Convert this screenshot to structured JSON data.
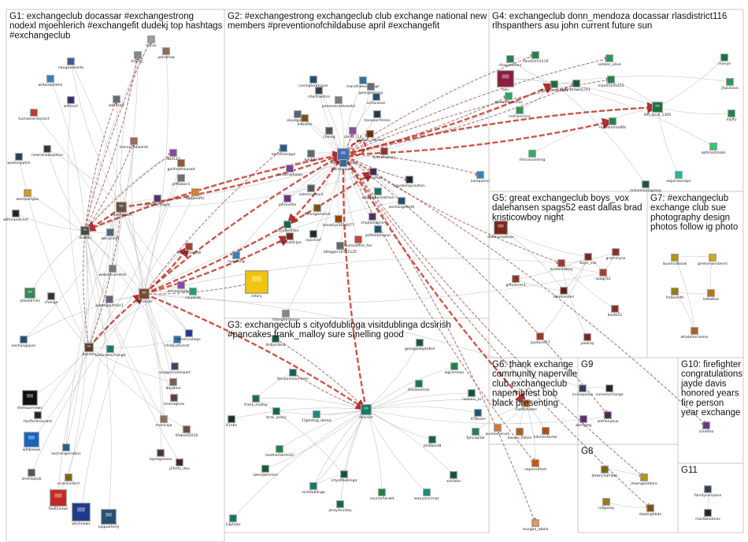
{
  "groups": [
    {
      "id": "G1",
      "lines": [
        "G1: exchangeclub docassar #exchangestrong",
        "nodexl mjoehlerich #exchangefit dudekj top hashtags",
        "#exchangeclub"
      ]
    },
    {
      "id": "G2",
      "lines": [
        "G2: #exchangestrong exchangeclub club exchange national new",
        "members #preventionofchildabuse april #exchangefit"
      ]
    },
    {
      "id": "G3",
      "lines": [
        "G3: exchangeclub s cityofdublinga visitdublinga dcsirish",
        "#pancakes frank_malloy sure smelling good"
      ]
    },
    {
      "id": "G4",
      "lines": [
        "G4: exchangeclub donn_mendoza docassar rlasdistrict116",
        "rlhspanthers asu john current future sun"
      ]
    },
    {
      "id": "G5",
      "lines": [
        "G5: great exchangeclub boys_vox",
        "dalehansen spags52 east dallas brad",
        "kristicowboy night"
      ]
    },
    {
      "id": "G6",
      "lines": [
        "G6: thank exchange",
        "community naperville",
        "club exchangeclub",
        "naperribfest bob",
        "black presenting"
      ]
    },
    {
      "id": "G7",
      "lines": [
        "G7: #exchangeclub",
        "exchange club sue",
        "photography design",
        "photos follow ig photo"
      ]
    },
    {
      "id": "G8",
      "lines": [
        "G8"
      ]
    },
    {
      "id": "G9",
      "lines": [
        "G9"
      ]
    },
    {
      "id": "G10",
      "lines": [
        "G10: firefighter",
        "congratulations",
        "jayde davis",
        "honored years",
        "fire person",
        "year exchange"
      ]
    },
    {
      "id": "G11",
      "lines": [
        "G11"
      ]
    }
  ],
  "nodes": [
    {
      "id": "exchangeclub",
      "label": "exchangeclub",
      "color": "#3c6fb0"
    },
    {
      "id": "docassar",
      "label": "docassar",
      "color": "#7b4a2a"
    },
    {
      "id": "dudekj",
      "label": "dudekj",
      "color": "#4a4a4a"
    },
    {
      "id": "mjoehlerich",
      "label": "mjoehlerich",
      "color": "#6b4f3a"
    },
    {
      "id": "bsolder",
      "label": "bsolder",
      "color": "#5a3b2a"
    },
    {
      "id": "naugaeasants",
      "label": "naugaeasants",
      "color": "#3b5998"
    },
    {
      "id": "wiltonbulletin",
      "label": "wiltonbulletin",
      "color": "#3a7fb5"
    },
    {
      "id": "wiltonct",
      "label": "wiltonct",
      "color": "#2f2f6f"
    },
    {
      "id": "humanservicesct",
      "label": "humanservicesct",
      "color": "#c0392b"
    },
    {
      "id": "newcanaanpolice",
      "label": "newcanaanpolice",
      "color": "#333333"
    },
    {
      "id": "westonpatch",
      "label": "westonpatch",
      "color": "#2c3e50"
    },
    {
      "id": "westportgov",
      "label": "westportgov",
      "color": "#d4a017"
    },
    {
      "id": "wiltonpolicect",
      "label": "wiltonpolicect",
      "color": "#222222"
    },
    {
      "id": "tracey_",
      "label": "tracey_",
      "color": "#7f8c8d"
    },
    {
      "id": "johnbrow",
      "label": "johnbrow",
      "color": "#8e6e53"
    },
    {
      "id": "mjcos",
      "label": "mjcos",
      "color": "#95a5a6"
    },
    {
      "id": "wbrucelt",
      "label": "wbrucelt",
      "color": "#5d6d7e"
    },
    {
      "id": "tracey_edwards",
      "label": "tracey_edwards",
      "color": "#9b6a5a"
    },
    {
      "id": "dbd133",
      "label": "dbd133",
      "color": "#8e44ad"
    },
    {
      "id": "gailhesthoused",
      "label": "gailhesthoused",
      "color": "#a0522d"
    },
    {
      "id": "jeffbaker1",
      "label": "jeffbaker1",
      "color": "#6e6e6e"
    },
    {
      "id": "xcmusicsages",
      "label": "xcmusicsages",
      "color": "#5b2c6f"
    },
    {
      "id": "agapeofhc",
      "label": "agapeofhc",
      "color": "#e67e22"
    },
    {
      "id": "lloydsconicall",
      "label": "lloydsconicall",
      "color": "#b03a2e"
    },
    {
      "id": "wbruce44",
      "label": "wbruce44",
      "color": "#4b6584"
    },
    {
      "id": "webdocuments",
      "label": "webdocuments",
      "color": "#777777"
    },
    {
      "id": "aarongauthier1",
      "label": "aarongauthier1",
      "color": "#6c5b7b"
    },
    {
      "id": "xbsoldricks",
      "label": "xbsoldricks",
      "color": "#2e8b57"
    },
    {
      "id": "change",
      "label": "change",
      "color": "#333333"
    },
    {
      "id": "exchangepac",
      "label": "exchangepac",
      "color": "#1a5276"
    },
    {
      "id": "naturalexchange",
      "label": "naturalexchange",
      "color": "#117a65"
    },
    {
      "id": "thehourmews",
      "label": "thehourmews",
      "color": "#111111"
    },
    {
      "id": "hartfordcourant",
      "label": "hartfordcourant",
      "color": "#222222"
    },
    {
      "id": "exchangeclubns",
      "label": "exchangeclubns",
      "color": "#1f618d"
    },
    {
      "id": "wfsbnews",
      "label": "wfsbnews",
      "color": "#1565c0"
    },
    {
      "id": "oneillsplub",
      "label": "oneillsplub",
      "color": "#555555"
    },
    {
      "id": "scrockvillect",
      "label": "scrockvillect",
      "color": "#7d6608"
    },
    {
      "id": "fox61news",
      "label": "fox61news",
      "color": "#c62828"
    },
    {
      "id": "wtnhnews",
      "label": "wtnhnews",
      "color": "#1e3a8a"
    },
    {
      "id": "npquarterly",
      "label": "npquarterly",
      "color": "#264f73"
    },
    {
      "id": "childjusticectr",
      "label": "childjusticectr",
      "color": "#2874a6"
    },
    {
      "id": "americanepc",
      "label": "americanepc",
      "color": "#1f3a93"
    },
    {
      "id": "usagymnastsport",
      "label": "usagymnastsport",
      "color": "#34495e"
    },
    {
      "id": "lburdine",
      "label": "lburdine",
      "color": "#7b5e57"
    },
    {
      "id": "miamiglvas",
      "label": "miamiglvas",
      "color": "#5d4037"
    },
    {
      "id": "monicaja",
      "label": "monicaja",
      "color": "#8d6e63"
    },
    {
      "id": "lifebold2016",
      "label": "lifebold2016",
      "color": "#6d4c41"
    },
    {
      "id": "lopezgovasv",
      "label": "lopezgovasv",
      "color": "#4e342e"
    },
    {
      "id": "j2ferts_dau",
      "label": "j2ferts_dau",
      "color": "#3e2723"
    },
    {
      "id": "missionkidscac",
      "label": "missionkidscac",
      "color": "#8e44ad"
    },
    {
      "id": "cacpkids",
      "label": "cacpkids",
      "color": "#16a085"
    },
    {
      "id": "rotary",
      "label": "rotary",
      "color": "#f1c40f"
    },
    {
      "id": "rlliangformayor",
      "label": "rlliangformayor",
      "color": "#7f8c8d"
    },
    {
      "id": "ivyselling",
      "label": "ivyselling",
      "color": "#2e86c1"
    },
    {
      "id": "covingtonmayor",
      "label": "covingtonmayor",
      "color": "#1b4f72"
    },
    {
      "id": "marvtheexchange",
      "label": "marvtheexchange",
      "color": "#2874a6"
    },
    {
      "id": "georgemprey",
      "label": "georgemprey",
      "color": "#5d6d7e"
    },
    {
      "id": "shorthwillco",
      "label": "shorthwillco",
      "color": "#2e4053"
    },
    {
      "id": "jamessscatkowskii",
      "label": "jamessscatkowskii",
      "color": "#7b7d7d"
    },
    {
      "id": "xchanover",
      "label": "xchanover",
      "color": "#1a5276"
    },
    {
      "id": "okjudgesser",
      "label": "okjudgesser",
      "color": "#566573"
    },
    {
      "id": "kdbullss",
      "label": "kdbullss",
      "color": "#7e5109"
    },
    {
      "id": "hanoverrtimes",
      "label": "hanoverrtimes",
      "color": "#283747"
    },
    {
      "id": "chlong",
      "label": "chlong",
      "color": "#4d5656"
    },
    {
      "id": "carrie_l13",
      "label": "carrie_l13",
      "color": "#884ea0"
    },
    {
      "id": "george_merino",
      "label": "george_merino",
      "color": "#6e2c00"
    },
    {
      "id": "exmississippi",
      "label": "exmississippi",
      "color": "#1f618d"
    },
    {
      "id": "kachan",
      "label": "kachan",
      "color": "#616a6b"
    },
    {
      "id": "koteafactory",
      "label": "koteafactory",
      "color": "#943126"
    },
    {
      "id": "hillimanparks",
      "label": "hillimanparks",
      "color": "#2471a3"
    },
    {
      "id": "janharmon",
      "label": "janharmon",
      "color": "#4a235a"
    },
    {
      "id": "annamwhelan",
      "label": "annamwhelan",
      "color": "#7d3c98"
    },
    {
      "id": "yourkompcastion",
      "label": "yourkompcastion",
      "color": "#1b2631"
    },
    {
      "id": "salemcumuni",
      "label": "salemcumuni",
      "color": "#515a5a"
    },
    {
      "id": "atopbabussalmon",
      "label": "atopbabussalmon",
      "color": "#117864"
    },
    {
      "id": "johnnetta",
      "label": "johnnetta",
      "color": "#6c3483"
    },
    {
      "id": "filmregionaind",
      "label": "filmregionaind",
      "color": "#7e5109"
    },
    {
      "id": "kaniquenn",
      "label": "kaniquenn",
      "color": "#2e86c1"
    },
    {
      "id": "exchangeduth",
      "label": "exchangeduth",
      "color": "#1a5276"
    },
    {
      "id": "brooklyz2619477",
      "label": "brooklyz2619477",
      "color": "#a04000"
    },
    {
      "id": "chiplamance",
      "label": "chiplamance",
      "color": "#512e5f"
    },
    {
      "id": "cityofbvillian",
      "label": "cityofbvillian",
      "color": "#0e6655"
    },
    {
      "id": "jailfieldohonor",
      "label": "jailfieldohonor",
      "color": "#1b4f72"
    },
    {
      "id": "noniealdcipo",
      "label": "noniealdcipo",
      "color": "#78281f"
    },
    {
      "id": "njoichief",
      "label": "njoichief",
      "color": "#1c2833"
    },
    {
      "id": "lauhealffire_fan",
      "label": "lauhealffire_fan",
      "color": "#cb4335"
    },
    {
      "id": "idlegger10715125",
      "label": "idlegger10715125",
      "color": "#5f6a6a"
    },
    {
      "id": "rlhspanthers",
      "label": "rlhspanthers",
      "color": "#1e8449"
    },
    {
      "id": "rlasdistrict116",
      "label": "rlasdistrict116",
      "color": "#1d8348"
    },
    {
      "id": "asu",
      "label": "asu",
      "color": "#8c1d40"
    },
    {
      "id": "vidales_alive",
      "label": "vidales_alive",
      "color": "#239b56"
    },
    {
      "id": "donn_mendoza",
      "label": "donn_mendoza",
      "color": "#196f3d"
    },
    {
      "id": "johnbrown5701",
      "label": "johnbrown5701",
      "color": "#145a32"
    },
    {
      "id": "max05105455",
      "label": "max05105455",
      "color": "#1e8449"
    },
    {
      "id": "alexandrelscroc",
      "label": "alexandrelscroc",
      "color": "#27ae60"
    },
    {
      "id": "msfrancisco",
      "label": "msfrancisco",
      "color": "#229954"
    },
    {
      "id": "muhammadOk",
      "label": "muhammadOk",
      "color": "#1d8348"
    },
    {
      "id": "left_local_1305",
      "label": "left_local_1305",
      "color": "#196f3d"
    },
    {
      "id": "rlhscounseling",
      "label": "rlhscounseling",
      "color": "#28b463"
    },
    {
      "id": "optimistclubs",
      "label": "optimistclubs",
      "color": "#2ecc71"
    },
    {
      "id": "experiencepn",
      "label": "experiencepn",
      "color": "#1abc9c"
    },
    {
      "id": "milvemediagroup",
      "label": "milvemediagroup",
      "color": "#145a32"
    },
    {
      "id": "monya",
      "label": "monya",
      "color": "#196f3d"
    },
    {
      "id": "jhjackson",
      "label": "jhjackson",
      "color": "#239b56"
    },
    {
      "id": "mjiffu",
      "label": "mjiffu",
      "color": "#1e8449"
    },
    {
      "id": "dallascowboys",
      "label": "dallascowboys",
      "color": "#7b241c"
    },
    {
      "id": "grammynx",
      "label": "grammynx",
      "color": "#922b21"
    },
    {
      "id": "kristicowboy",
      "label": "kristicowboy",
      "color": "#a93226"
    },
    {
      "id": "boys_vox",
      "label": "boys_vox",
      "color": "#78281f"
    },
    {
      "id": "giftyloves3",
      "label": "giftyloves3",
      "color": "#943126"
    },
    {
      "id": "spags52",
      "label": "spags52",
      "color": "#b03a2e"
    },
    {
      "id": "dalehansen",
      "label": "dalehansen",
      "color": "#641e16"
    },
    {
      "id": "bludo51",
      "label": "bludo51",
      "color": "#922b21"
    },
    {
      "id": "jaydavis17",
      "label": "jaydavis17",
      "color": "#a93226"
    },
    {
      "id": "joedray",
      "label": "joedray",
      "color": "#7b241c"
    },
    {
      "id": "laurelcolbook",
      "label": "laurelcolbook",
      "color": "#b7950b"
    },
    {
      "id": "greenmonstereri",
      "label": "greenmonstereri",
      "color": "#d4ac0d"
    },
    {
      "id": "hntaverth",
      "label": "hntaverth",
      "color": "#9a7d0a"
    },
    {
      "id": "tattaltue",
      "label": "tattaltue",
      "color": "#b9770e"
    },
    {
      "id": "whatelarcamns",
      "label": "whatelarcamns",
      "color": "#af601a"
    },
    {
      "id": "dcsirish",
      "label": "dcsirish",
      "color": "#117a65"
    },
    {
      "id": "drdjordan2",
      "label": "drdjordan2",
      "color": "#0b5345"
    },
    {
      "id": "benjonesaumrais",
      "label": "benjonesaumrais",
      "color": "#0e6251"
    },
    {
      "id": "georgiadeptofed",
      "label": "georgiadeptofed",
      "color": "#145a32"
    },
    {
      "id": "wgramews",
      "label": "wgramews",
      "color": "#1d8348"
    },
    {
      "id": "frank_malloy",
      "label": "frank_malloy",
      "color": "#196f3d"
    },
    {
      "id": "brac_avery",
      "label": "brac_avery",
      "color": "#0e6655"
    },
    {
      "id": "thisdearmer",
      "label": "thisdearmer",
      "color": "#117864"
    },
    {
      "id": "nelsonc_lv",
      "label": "nelsonc_lv",
      "color": "#0b5345"
    },
    {
      "id": "41nbc",
      "label": "41nbc",
      "color": "#1c2833"
    },
    {
      "id": "13photog_darlos",
      "label": "13photog_darlos",
      "color": "#148f77"
    },
    {
      "id": "hesthertartle10",
      "label": "hesthertartle10",
      "color": "#1e8449"
    },
    {
      "id": "478sson",
      "label": "478sson",
      "color": "#1a5276"
    },
    {
      "id": "phillbest8",
      "label": "phillbest8",
      "color": "#0e6251"
    },
    {
      "id": "swestjemmini",
      "label": "swestjemmini",
      "color": "#145a32"
    },
    {
      "id": "cityofdublinga",
      "label": "cityofdublinga",
      "color": "#0b5345"
    },
    {
      "id": "visitdublinga",
      "label": "visitdublinga",
      "color": "#117a65"
    },
    {
      "id": "jeroystuckey",
      "label": "jeroystuckey",
      "color": "#0e6655"
    },
    {
      "id": "courierherald",
      "label": "courierherald",
      "color": "#1d8348"
    },
    {
      "id": "wanyancrmac",
      "label": "wanyancrmac",
      "color": "#148f77"
    },
    {
      "id": "xmillelo",
      "label": "xmillelo",
      "color": "#0b5345"
    },
    {
      "id": "13photo",
      "label": "13photo",
      "color": "#117864"
    },
    {
      "id": "realforbates",
      "label": "realforbates",
      "color": "#ca6f1e"
    },
    {
      "id": "aurelomerum",
      "label": "aurelomerum",
      "color": "#dc7633"
    },
    {
      "id": "loaves_fishes",
      "label": "loaves_fishes",
      "color": "#af601a"
    },
    {
      "id": "kitchenfactor",
      "label": "kitchenfactor",
      "color": "#ba4a00"
    },
    {
      "id": "fphcapital",
      "label": "fphcapital",
      "color": "#1e8449"
    },
    {
      "id": "naperribfest",
      "label": "naperribfest",
      "color": "#d35400"
    },
    {
      "id": "morgan_abela",
      "label": "morgan_abela",
      "color": "#e59866"
    },
    {
      "id": "irvinepolice",
      "label": "irvinepolice",
      "color": "#2e4053"
    },
    {
      "id": "irvineexchange",
      "label": "irvineexchange",
      "color": "#1b2631"
    },
    {
      "id": "abcfgreg",
      "label": "abcfgreg",
      "color": "#5b2c6f"
    },
    {
      "id": "anthonykuo",
      "label": "anthonykuo",
      "color": "#4a235a"
    },
    {
      "id": "jtownchamber",
      "label": "jtownchamber",
      "color": "#7d6608"
    },
    {
      "id": "rufgoosp",
      "label": "rufgoosp",
      "color": "#9a7d0a"
    },
    {
      "id": "jtowngozsboro",
      "label": "jtowngozsboro",
      "color": "#b7950b"
    },
    {
      "id": "daaleighbdo",
      "label": "daaleighbdo",
      "color": "#7e5109"
    },
    {
      "id": "chiefteo",
      "label": "chiefteo",
      "color": "#6c3483"
    },
    {
      "id": "familycompass",
      "label": "familycompass",
      "color": "#2e4053"
    },
    {
      "id": "markbholmes",
      "label": "markbholmes",
      "color": "#1b2631"
    }
  ]
}
